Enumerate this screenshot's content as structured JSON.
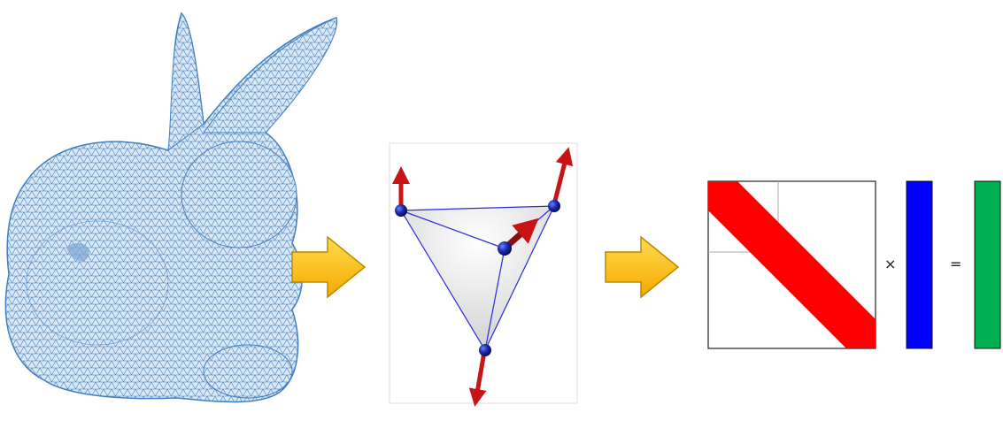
{
  "operators": {
    "times": "×",
    "equals": "="
  },
  "colors": {
    "mesh_stroke": "#3f7fc0",
    "mesh_fill": "#dce9f6",
    "arrow_fill": "#ffc107",
    "arrow_stroke": "#b98a00",
    "triangle_fill": "#e3e3e3",
    "edge_line": "#2a2ad6",
    "vertex_sphere": "#1a2bb0",
    "normal_vector": "#c81414",
    "matrix_band": "#ff0000",
    "vector_x": "#0000ff",
    "vector_b": "#00b050"
  },
  "panels": [
    {
      "name": "bunny-triangle-mesh",
      "icon": "bunny-mesh-icon"
    },
    {
      "name": "single-triangle-element",
      "icon": "triangle-with-vertex-normals-icon"
    },
    {
      "name": "linear-system",
      "icon": "banded-matrix-icon"
    }
  ]
}
